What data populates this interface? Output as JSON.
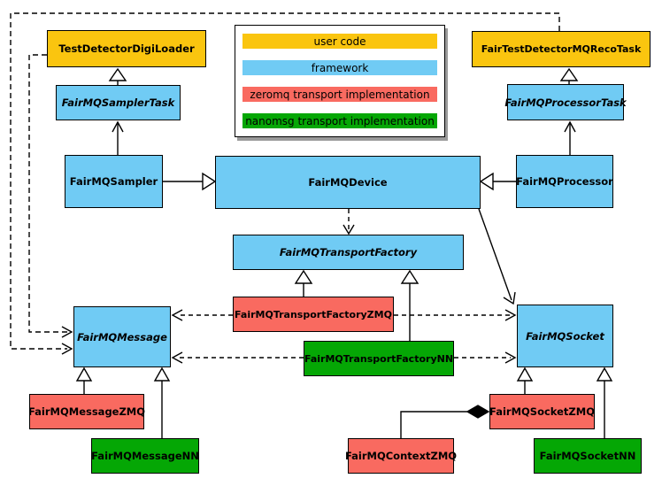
{
  "legend": {
    "items": [
      {
        "label": "user code",
        "color": "#FAC50F"
      },
      {
        "label": "framework",
        "color": "#70CBF4"
      },
      {
        "label": "zeromq transport implementation",
        "color": "#F96A60"
      },
      {
        "label": "nanomsg transport implementation",
        "color": "#05A705"
      }
    ]
  },
  "colors": {
    "user_code": "#FAC50F",
    "framework": "#70CBF4",
    "zeromq": "#F96A60",
    "nanomsg": "#05A705",
    "line": "#000000"
  },
  "nodes": [
    {
      "label": "TestDetectorDigiLoader",
      "category": "user_code",
      "abstract": false
    },
    {
      "label": "FairTestDetectorMQRecoTask",
      "category": "user_code",
      "abstract": false
    },
    {
      "label": "FairMQSamplerTask",
      "category": "framework",
      "abstract": true
    },
    {
      "label": "FairMQProcessorTask",
      "category": "framework",
      "abstract": true
    },
    {
      "label": "FairMQSampler",
      "category": "framework",
      "abstract": false
    },
    {
      "label": "FairMQDevice",
      "category": "framework",
      "abstract": false
    },
    {
      "label": "FairMQProcessor",
      "category": "framework",
      "abstract": false
    },
    {
      "label": "FairMQTransportFactory",
      "category": "framework",
      "abstract": true
    },
    {
      "label": "FairMQMessage",
      "category": "framework",
      "abstract": true
    },
    {
      "label": "FairMQSocket",
      "category": "framework",
      "abstract": true
    },
    {
      "label": "FairMQTransportFactoryZMQ",
      "category": "zeromq",
      "abstract": false
    },
    {
      "label": "FairMQTransportFactoryNN",
      "category": "nanomsg",
      "abstract": false
    },
    {
      "label": "FairMQMessageZMQ",
      "category": "zeromq",
      "abstract": false
    },
    {
      "label": "FairMQMessageNN",
      "category": "nanomsg",
      "abstract": false
    },
    {
      "label": "FairMQSocketZMQ",
      "category": "zeromq",
      "abstract": false
    },
    {
      "label": "FairMQSocketNN",
      "category": "nanomsg",
      "abstract": false
    },
    {
      "label": "FairMQContextZMQ",
      "category": "zeromq",
      "abstract": false
    }
  ]
}
